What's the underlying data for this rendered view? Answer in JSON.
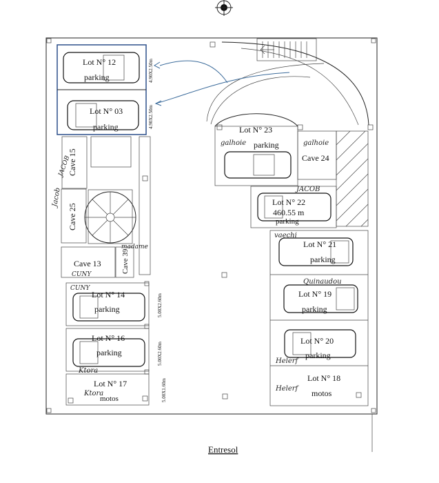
{
  "plan_title": "Entresol",
  "lots": {
    "lot12": {
      "title": "Lot N° 12",
      "use": "parking",
      "dim": "4.90X2.50m"
    },
    "lot03": {
      "title": "Lot N° 03",
      "use": "parking",
      "dim": "4.90X2.50m"
    },
    "lot23": {
      "title": "Lot N° 23",
      "use": "parking"
    },
    "lot22": {
      "title": "Lot N° 22",
      "area": "460.55 m",
      "use": "parking"
    },
    "lot21": {
      "title": "Lot N° 21",
      "use": "parking"
    },
    "lot19": {
      "title": "Lot N° 19",
      "use": "parking"
    },
    "lot20": {
      "title": "Lot N° 20",
      "use": "parking"
    },
    "lot18": {
      "title": "Lot N° 18",
      "use": "motos"
    },
    "lot14": {
      "title": "Lot N° 14",
      "use": "parking",
      "dim": "5.00X2.60m"
    },
    "lot16": {
      "title": "Lot N° 16",
      "use": "parking",
      "dim": "5.00X2.60m"
    },
    "lot17": {
      "title": "Lot N° 17",
      "use": "motos",
      "dim": "5.00X1.60m"
    }
  },
  "caves": {
    "cave15": "Cave 15",
    "cave25": "Cave 25",
    "cave13": "Cave 13",
    "cave39": "Cave 39",
    "cave24": "Cave 24"
  },
  "handwriting": {
    "gallien": "galhoie",
    "gallien2": "galhoie",
    "jacob1": "JACOB",
    "jacob2": "Jacob",
    "jacob3": "JACOB",
    "vaechi": "vaechi",
    "quinaudou": "Quinaudou",
    "cuny1": "CUNY",
    "cuny2": "CUNY",
    "madame": "madame",
    "ktora1": "Ktora",
    "ktora2": "Ktora",
    "helerf1": "Helerf",
    "helerf2": "Helerf"
  }
}
